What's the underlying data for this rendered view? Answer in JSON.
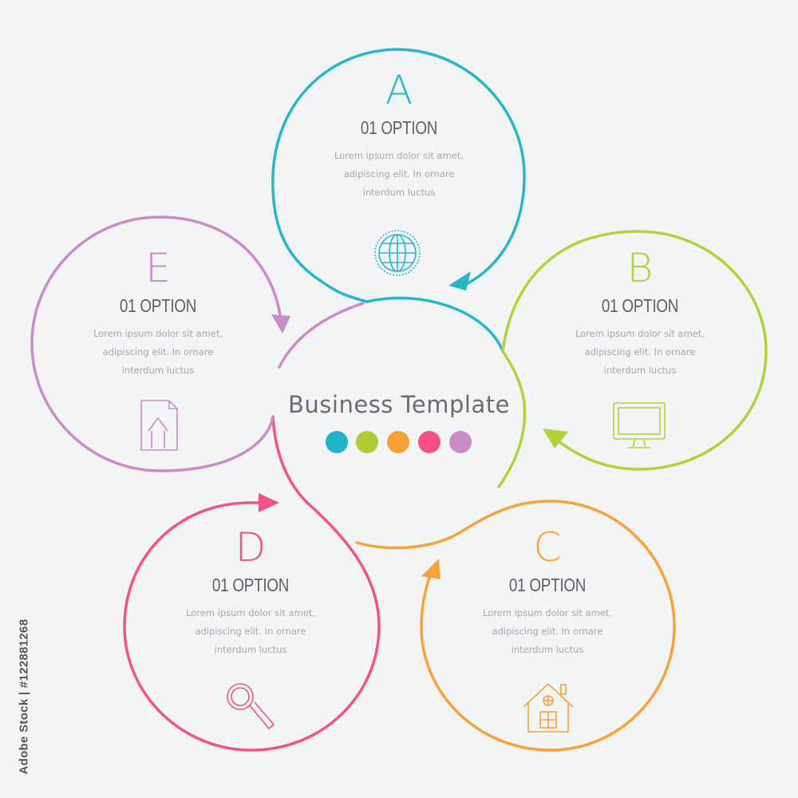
{
  "center": {
    "title": "Business Template",
    "dot_colors": [
      "#1fb5c6",
      "#afcc34",
      "#f7a137",
      "#f3508a",
      "#c98cc6"
    ]
  },
  "nodes": [
    {
      "id": "a",
      "letter": "A",
      "option": "01 OPTION",
      "lines": [
        "Lorem ipsum dolor sit amet,",
        "adipiscing elit. In ornare",
        "interdum luctus"
      ],
      "color": "#28b6c9",
      "icon": "globe-icon"
    },
    {
      "id": "b",
      "letter": "B",
      "option": "01 OPTION",
      "lines": [
        "Lorem ipsum dolor sit amet,",
        "adipiscing elit. In ornare",
        "interdum luctus"
      ],
      "color": "#b3d13a",
      "icon": "monitor-icon"
    },
    {
      "id": "c",
      "letter": "C",
      "option": "01 OPTION",
      "lines": [
        "Lorem ipsum dolor sit amet,",
        "adipiscing elit. In ornare",
        "interdum luctus"
      ],
      "color": "#f7a23a",
      "icon": "house-icon"
    },
    {
      "id": "d",
      "letter": "D",
      "option": "01 OPTION",
      "lines": [
        "Lorem ipsum dolor sit amet,",
        "adipiscing elit. In ornare",
        "interdum luctus"
      ],
      "color": "#f1528a",
      "icon": "magnifier-icon"
    },
    {
      "id": "e",
      "letter": "E",
      "option": "01 OPTION",
      "lines": [
        "Lorem ipsum dolor sit amet,",
        "adipiscing elit. In ornare",
        "interdum luctus"
      ],
      "color": "#c98cc6",
      "icon": "document-upload-icon"
    }
  ],
  "watermark": "Adobe Stock | #122881268"
}
